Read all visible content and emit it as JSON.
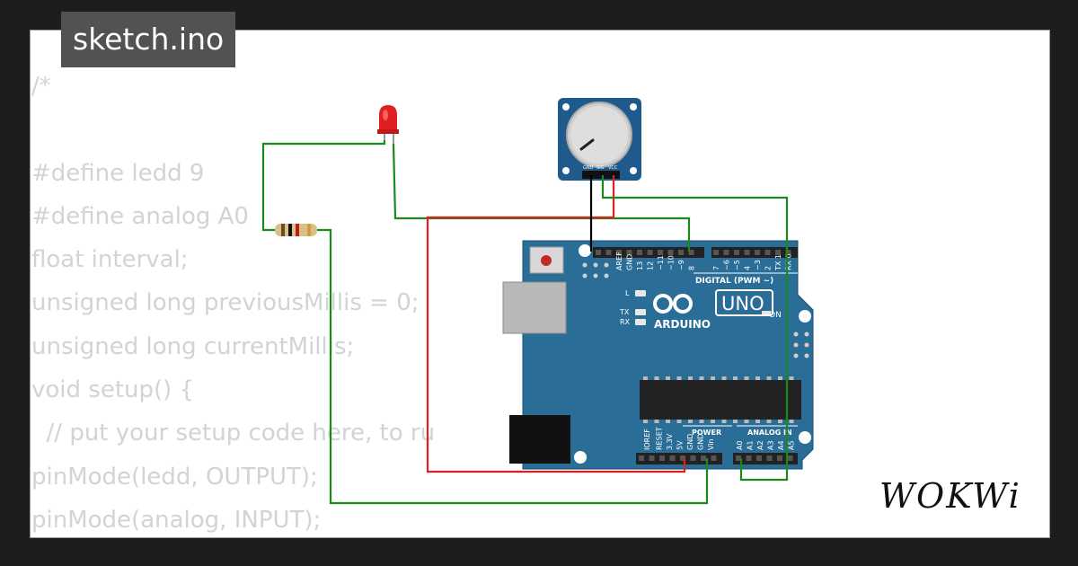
{
  "window": {
    "title": "sketch.ino"
  },
  "code": {
    "lines": [
      "/*",
      "",
      "#define ledd 9",
      "#define analog A0",
      "float interval;",
      "unsigned long previousMillis = 0;",
      "unsigned long currentMillis;",
      "void setup() {",
      "  // put your setup code here, to ru",
      "pinMode(ledd, OUTPUT);",
      "pinMode(analog, INPUT);"
    ]
  },
  "board": {
    "name_top": "UNO",
    "brand": "ARDUINO",
    "digital_label": "DIGITAL (PWM ~)",
    "power_label": "POWER",
    "analog_label": "ANALOG IN",
    "on_label": "ON",
    "led_labels": [
      "L",
      "TX",
      "RX"
    ],
    "top_pins": [
      "AREF",
      "GND",
      "13",
      "12",
      "~11",
      "~10",
      "~9",
      "8",
      "7",
      "~6",
      "~5",
      "4",
      "~3",
      "2",
      "TX 1",
      "RX 0"
    ],
    "bottom_pins": [
      "IOREF",
      "RESET",
      "3.3V",
      "5V",
      "GND",
      "GND",
      "Vin",
      "A0",
      "A1",
      "A2",
      "A3",
      "A4",
      "A5"
    ]
  },
  "potentiometer": {
    "pins": [
      "GND",
      "SIG",
      "VCC"
    ]
  },
  "brand": {
    "logo": "WOKWi"
  },
  "colors": {
    "wire_green": "#1a8a1a",
    "wire_red": "#e02020",
    "wire_black": "#000000",
    "board_blue": "#2a6e98",
    "pot_blue": "#1e5a8c",
    "led_red": "#e02020"
  }
}
